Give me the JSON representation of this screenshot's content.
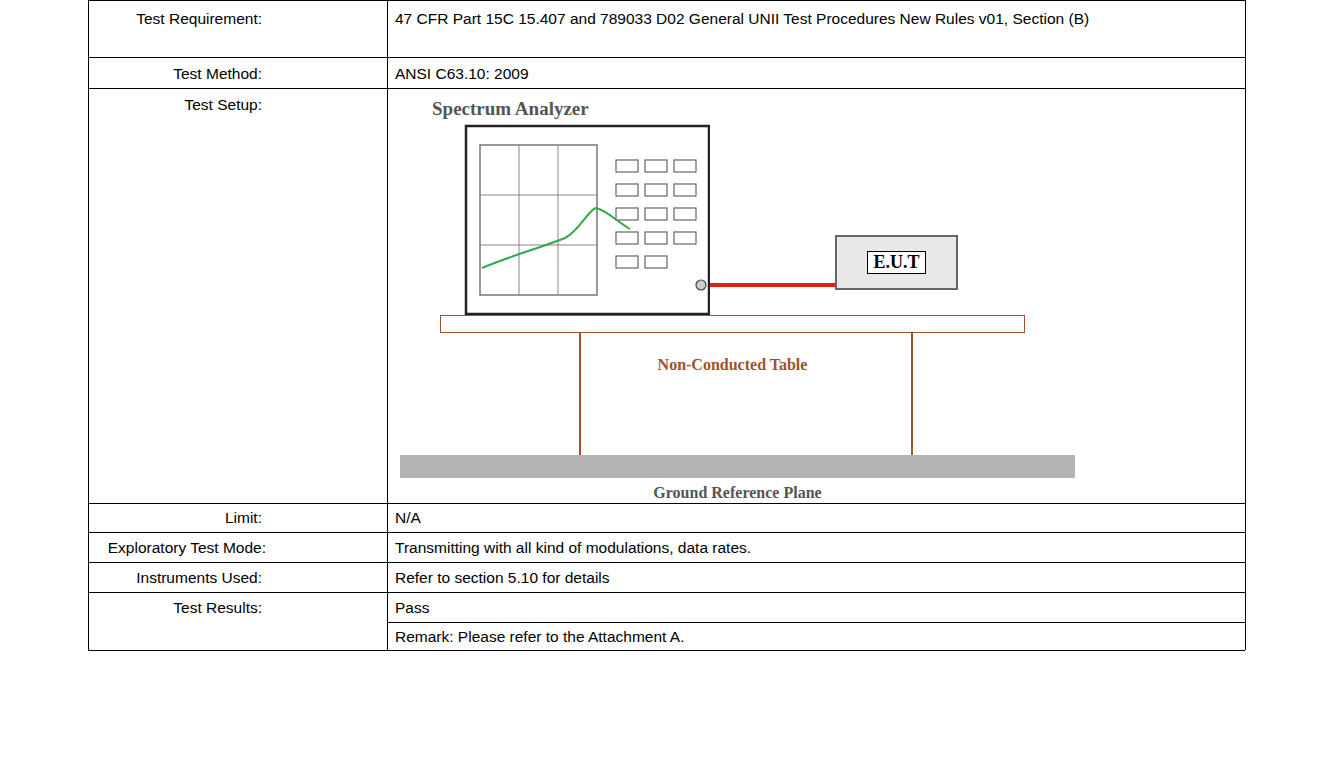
{
  "diagram": {
    "nodes": [
      {
        "text": [
          "Spectrum Analyzer"
        ]
      },
      {
        "text": [
          "E.U.T"
        ]
      },
      {
        "text": [
          "Non-Conducted Table"
        ]
      },
      {
        "text": [
          "Ground Reference Plane"
        ]
      }
    ],
    "edges": [
      {
        "from": 0,
        "to": 1,
        "arrow": "none"
      }
    ],
    "labels": [
      "Test Requirement:",
      "47 CFR Part 15C 15.407 and 789033 D02 General UNII Test Procedures New Rules v01, Section (B)",
      "Test Method:",
      "ANSI C63.10: 2009",
      "Test Setup:",
      "Limit:",
      "N/A",
      "Exploratory Test Mode:",
      "Transmitting with all kind of modulations, data rates.",
      "Instruments Used:",
      "Refer to section 5.10 for details",
      "Test Results:",
      "Pass",
      "Remark: Please refer to the Attachment A."
    ]
  }
}
